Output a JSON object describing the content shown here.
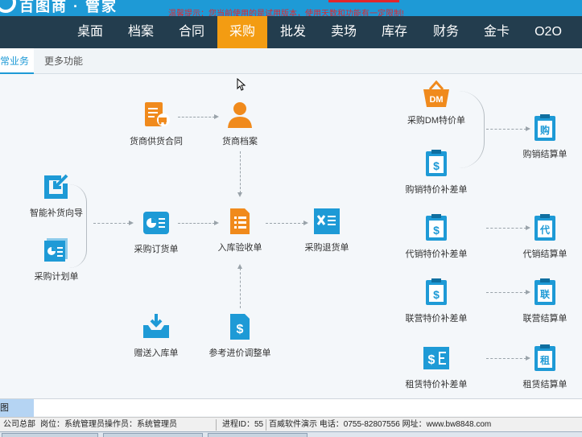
{
  "banner": {
    "brand": "百图商 · 管家",
    "warning": "温馨提示：您当前使用的是试用版本，使用天数和功能有一定限制!"
  },
  "nav": {
    "items": [
      {
        "label": "桌面"
      },
      {
        "label": "档案"
      },
      {
        "label": "合同"
      },
      {
        "label": "采购",
        "active": true
      },
      {
        "label": "批发"
      },
      {
        "label": "卖场"
      },
      {
        "label": "库存"
      },
      {
        "label": "财务"
      },
      {
        "label": "金卡"
      },
      {
        "label": "O2O"
      }
    ]
  },
  "subtabs": {
    "common": "常业务",
    "more": "更多功能"
  },
  "flow": {
    "supplier_contract": "货商供货合同",
    "supplier_file": "货商档案",
    "smart_replenish": "智能补货向导",
    "purchase_plan": "采购计划单",
    "purchase_order": "采购订货单",
    "receiving": "入库验收单",
    "purchase_return": "采购退货单",
    "gift_inbound": "赠送入库单",
    "ref_price_adjust": "参考进价调整单",
    "dm_special": "采购DM特价单",
    "dm_badge": "DM",
    "purchase_sale_diff": "购销特价补差单",
    "purchase_sale_settle": "购销结算单",
    "consign_diff": "代销特价补差单",
    "consign_settle": "代销结算单",
    "joint_diff": "联营特价补差单",
    "joint_settle": "联营结算单",
    "lease_diff": "租赁特价补差单",
    "lease_settle": "租赁结算单",
    "glyph_gou": "购",
    "glyph_dai": "代",
    "glyph_lian": "联",
    "glyph_zu": "租",
    "glyph_dollar": "$"
  },
  "bottom": {
    "map_tab": "流程图",
    "company": "公司总部",
    "position": "岗位：系统管理员",
    "operator": "操作员：系统管理员",
    "process_id": "进程ID：55",
    "contact": "百威软件演示 电话：0755-82807556 网址：www.bw8848.com"
  },
  "colors": {
    "nav_bg": "#233d4e",
    "nav_active": "#f39c12",
    "accent_blue": "#1e9ad6",
    "icon_orange": "#f08a1c"
  }
}
